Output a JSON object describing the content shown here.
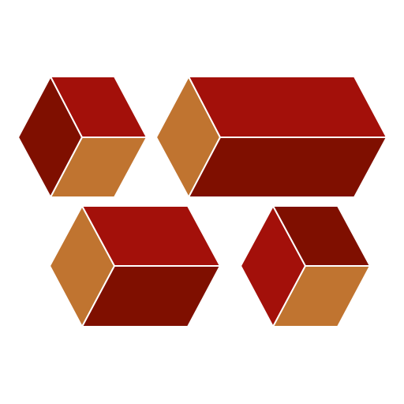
{
  "image": {
    "type": "isometric-blocks-illustration",
    "background": "#ffffff",
    "shape_count": 4
  },
  "palette": {
    "red": "#a3100a",
    "dark_red": "#7f0f00",
    "orange": "#c07430",
    "edge": "#ffffff"
  },
  "blocks": [
    {
      "name": "top-left-cube",
      "kind": "cube"
    },
    {
      "name": "top-right-long-prism",
      "kind": "rectangular-prism"
    },
    {
      "name": "bottom-left-prism",
      "kind": "rectangular-prism"
    },
    {
      "name": "bottom-right-cube",
      "kind": "cube"
    }
  ]
}
